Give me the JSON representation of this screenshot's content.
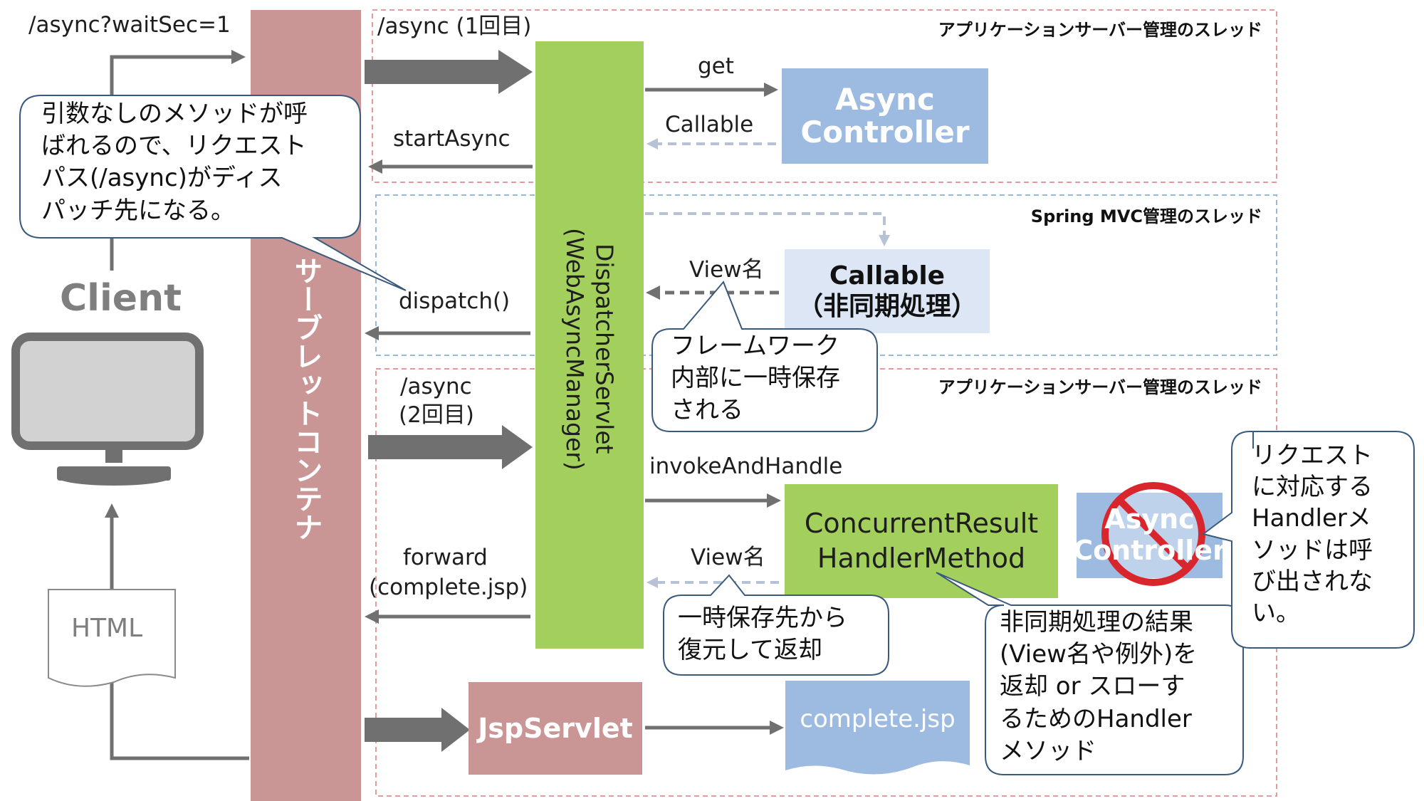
{
  "client": {
    "label": "Client"
  },
  "html_doc": {
    "label": "HTML"
  },
  "servlet_container": {
    "label": "サーブレットコンテナ"
  },
  "dispatcher": {
    "label": "DispatcherServlet\n(WebAsyncManager)"
  },
  "async_controller": {
    "line1": "Async",
    "line2": "Controller"
  },
  "async_controller_blocked": {
    "line1": "Async",
    "line2": "Controller"
  },
  "callable_box": {
    "line1": "Callable",
    "line2": "（非同期処理）"
  },
  "concurrent_box": {
    "line1": "ConcurrentResult",
    "line2": "HandlerMethod"
  },
  "jsp_servlet": {
    "label": "JspServlet"
  },
  "complete_jsp": {
    "label": "complete.jsp"
  },
  "zones": {
    "app_server_1": "アプリケーションサーバー管理のスレッド",
    "spring_mvc": "Spring MVC管理のスレッド",
    "app_server_2": "アプリケーションサーバー管理のスレッド"
  },
  "arrows": {
    "request": "/async?waitSec=1",
    "async_first": "/async (1回目)",
    "get": "get",
    "callable": "Callable",
    "start_async": "startAsync",
    "view_name_1": "View名",
    "dispatch": "dispatch()",
    "async_second_1": "/async",
    "async_second_2": "(2回目)",
    "invoke": "invokeAndHandle",
    "view_name_2": "View名",
    "forward_1": "forward",
    "forward_2": "(complete.jsp)"
  },
  "callouts": {
    "no_arg_method": "引数なしのメソッドが呼\nばれるので、リクエスト\nパス(/async)がディス\nパッチ先になる。",
    "temp_store": "フレームワーク\n内部に一時保存\nされる",
    "restore": "一時保存先から\n復元して返却",
    "result_handler": "非同期処理の結果\n(View名や例外)を\n返却 or スローす\nるためのHandler\nメソッド",
    "not_called": "リクエスト\nに対応する\nHandlerメ\nソッドは呼\nび出されな\nい。"
  },
  "colors": {
    "servlet_container": "#c99595",
    "dispatcher": "#a3cf5c",
    "controller": "#9dbbe0",
    "callable": "#dde6f5",
    "jsp_servlet": "#c99595",
    "zone_app": "#e39b9b",
    "zone_spring": "#9ab9d8",
    "arrow": "#707070",
    "prohibit": "#d9262c"
  }
}
